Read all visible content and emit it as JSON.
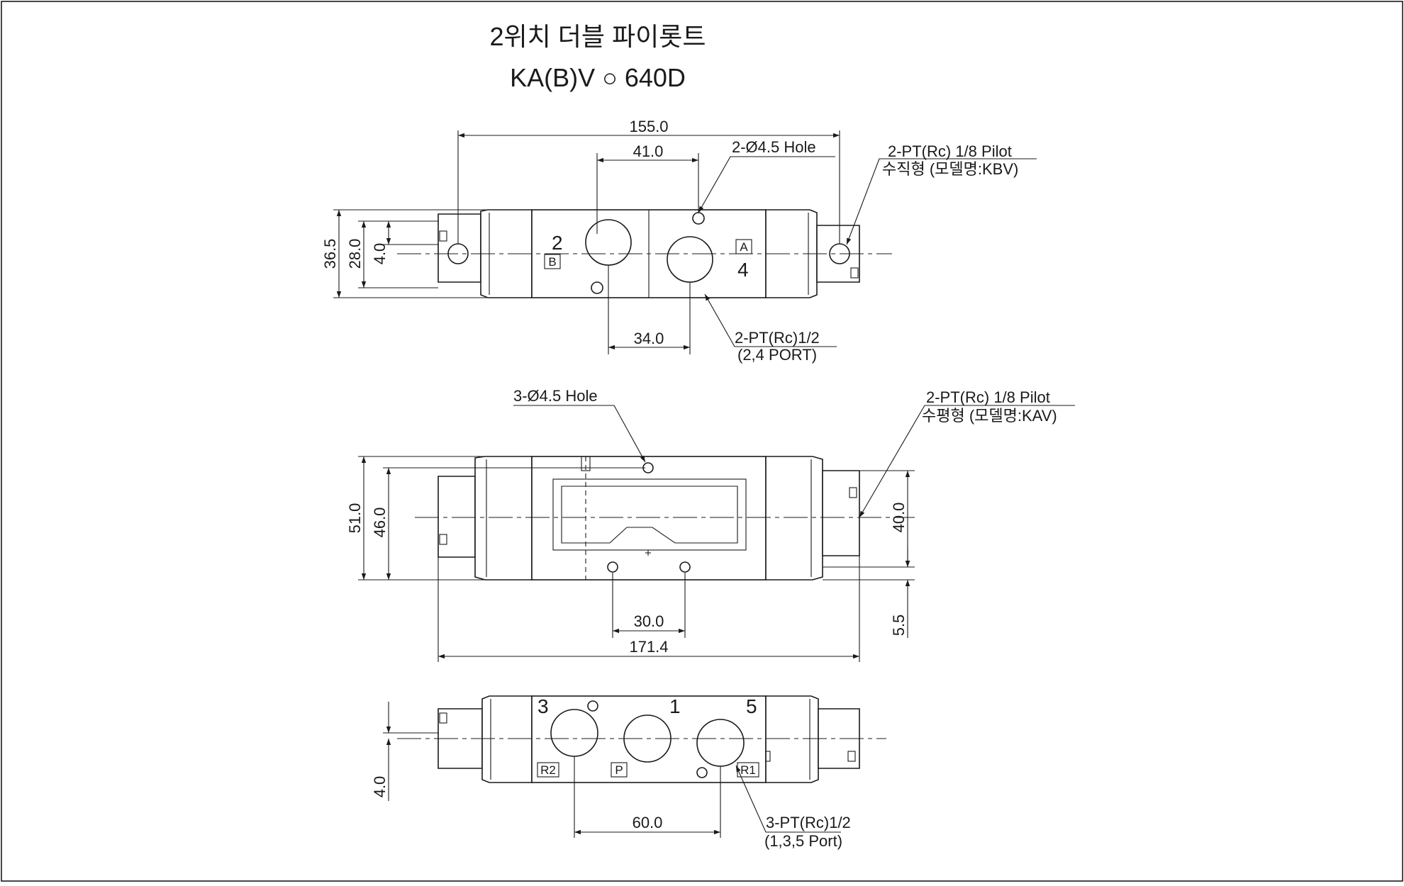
{
  "title": {
    "line1": "2위치 더블 파이롯트",
    "line2": "KA(B)V ○ 640D"
  },
  "top_view": {
    "dim_overall": "155.0",
    "dim_port_spacing_top": "41.0",
    "dim_port_spacing_bottom": "34.0",
    "dim_height_outer": "36.5",
    "dim_height_inner": "28.0",
    "dim_offset": "4.0",
    "hole_callout": "2-Ø4.5 Hole",
    "pilot_callout": "2-PT(Rc) 1/8 Pilot",
    "pilot_note": "수직형 (모델명:KBV)",
    "port_callout": "2-PT(Rc)1/2",
    "port_note": "(2,4 PORT)",
    "port_label_2": "2",
    "port_label_4": "4",
    "tag_b": "B",
    "tag_a": "A"
  },
  "side_view": {
    "hole_callout": "3-Ø4.5 Hole",
    "pilot_callout": "2-PT(Rc) 1/8 Pilot",
    "pilot_note": "수평형 (모델명:KAV)",
    "dim_height_outer": "51.0",
    "dim_height_inner": "46.0",
    "dim_right_height": "40.0",
    "dim_right_offset": "5.5",
    "dim_hole_spacing": "30.0",
    "dim_overall": "171.4"
  },
  "bottom_view": {
    "port_label_3": "3",
    "port_label_1": "1",
    "port_label_5": "5",
    "tag_r2": "R2",
    "tag_p": "P",
    "tag_r1": "R1",
    "dim_offset": "4.0",
    "dim_port_spacing": "60.0",
    "port_callout": "3-PT(Rc)1/2",
    "port_note": "(1,3,5 Port)"
  }
}
